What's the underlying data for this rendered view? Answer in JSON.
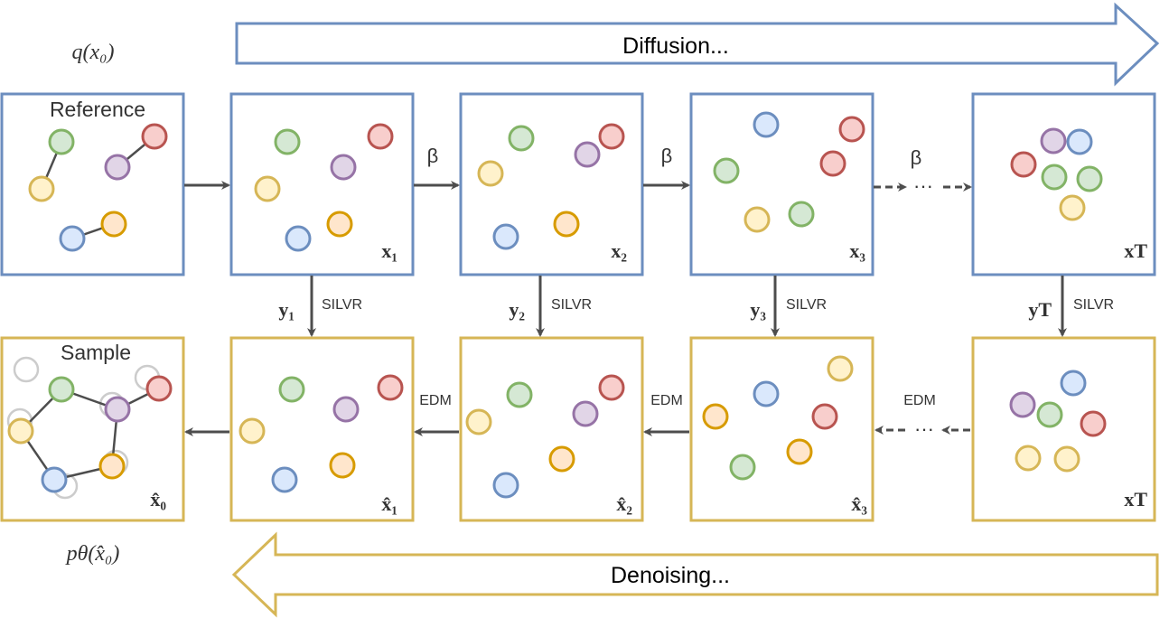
{
  "colors": {
    "forward": "#6c8ebf",
    "reverse": "#d6b656",
    "arrow": "#4d4d4d",
    "green": {
      "fill": "#d5e8d4",
      "stroke": "#82b366"
    },
    "red": {
      "fill": "#f8cecc",
      "stroke": "#b85450"
    },
    "purple": {
      "fill": "#e1d5e7",
      "stroke": "#9673a6"
    },
    "yellow": {
      "fill": "#fff2cc",
      "stroke": "#d6b656"
    },
    "orange": {
      "fill": "#ffe6cc",
      "stroke": "#d79b00"
    },
    "blue": {
      "fill": "#dae8fc",
      "stroke": "#6c8ebf"
    }
  },
  "labels": {
    "q_x0": "q(x₀)",
    "p_x0": "pθ(x̂₀)",
    "diffusion": "Diffusion...",
    "denoising": "Denoising...",
    "reference": "Reference",
    "sample": "Sample",
    "beta": "β",
    "ellipsis": "···",
    "silvr": "SILVR",
    "edm": "EDM"
  },
  "top_row": [
    {
      "label": "x₁"
    },
    {
      "label": "x₂"
    },
    {
      "label": "x₃"
    },
    {
      "label": "xT"
    }
  ],
  "bottom_row": [
    {
      "label": "x̂₀"
    },
    {
      "label": "x̂₁"
    },
    {
      "label": "x̂₂"
    },
    {
      "label": "x̂₃"
    },
    {
      "label": "xT"
    }
  ],
  "y_labels": [
    "y₁",
    "y₂",
    "y₃",
    "yT"
  ]
}
